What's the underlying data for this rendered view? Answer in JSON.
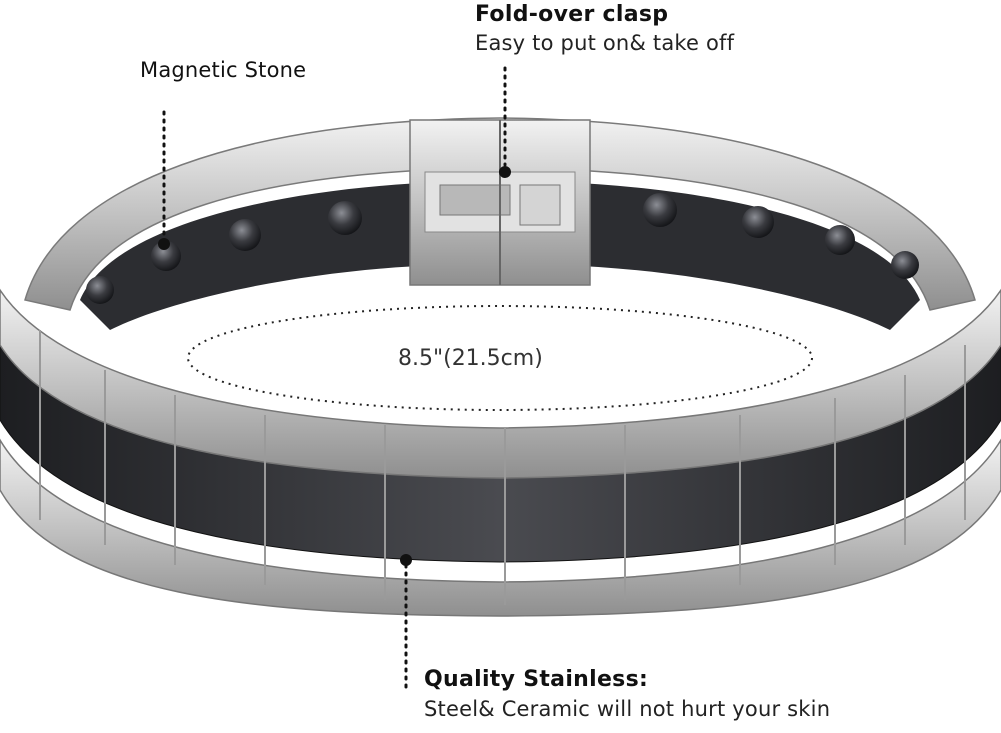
{
  "image": {
    "subject": "stainless steel and black ceramic magnetic link bracelet",
    "colors": {
      "steel": "#c9c9c9",
      "steel_dark": "#8a8a8a",
      "ceramic": "#2f3033",
      "background": "#ffffff"
    }
  },
  "callouts": {
    "clasp": {
      "title": "Fold-over clasp",
      "subtitle": "Easy to put on& take off"
    },
    "magnet": {
      "title": "Magnetic Stone"
    },
    "size": {
      "label": "8.5\"(21.5cm)"
    },
    "material": {
      "title": "Quality Stainless:",
      "subtitle": "Steel& Ceramic will not hurt your skin"
    }
  }
}
